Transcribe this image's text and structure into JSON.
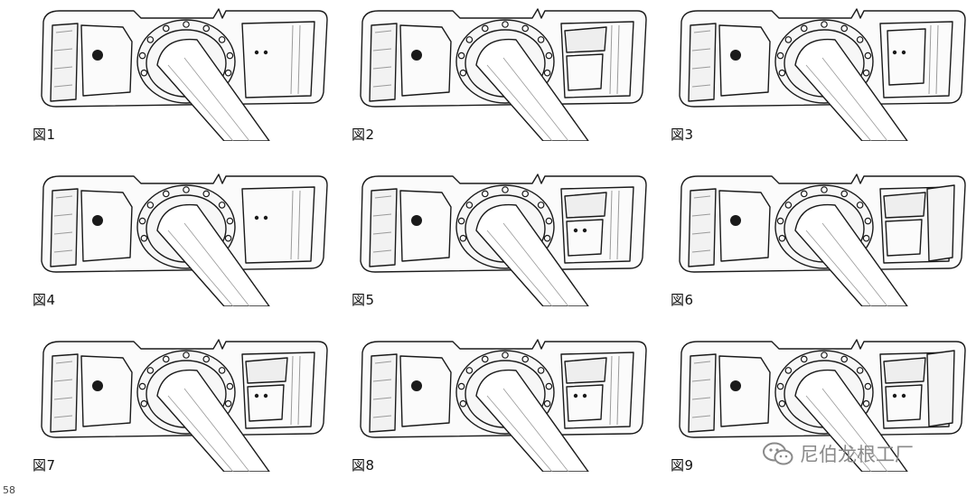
{
  "figures": [
    {
      "label": "図1",
      "variant": 1
    },
    {
      "label": "図2",
      "variant": 2
    },
    {
      "label": "図3",
      "variant": 3
    },
    {
      "label": "図4",
      "variant": 4
    },
    {
      "label": "図5",
      "variant": 5
    },
    {
      "label": "図6",
      "variant": 6
    },
    {
      "label": "図7",
      "variant": 7
    },
    {
      "label": "図8",
      "variant": 8
    },
    {
      "label": "図9",
      "variant": 9
    }
  ],
  "page_number": "58",
  "watermark": {
    "text": "尼伯龙根工厂",
    "icon": "wechat-icon"
  },
  "colors": {
    "ink": "#1a1a1a",
    "shade": "#9a9a9a",
    "paper": "#ffffff"
  }
}
